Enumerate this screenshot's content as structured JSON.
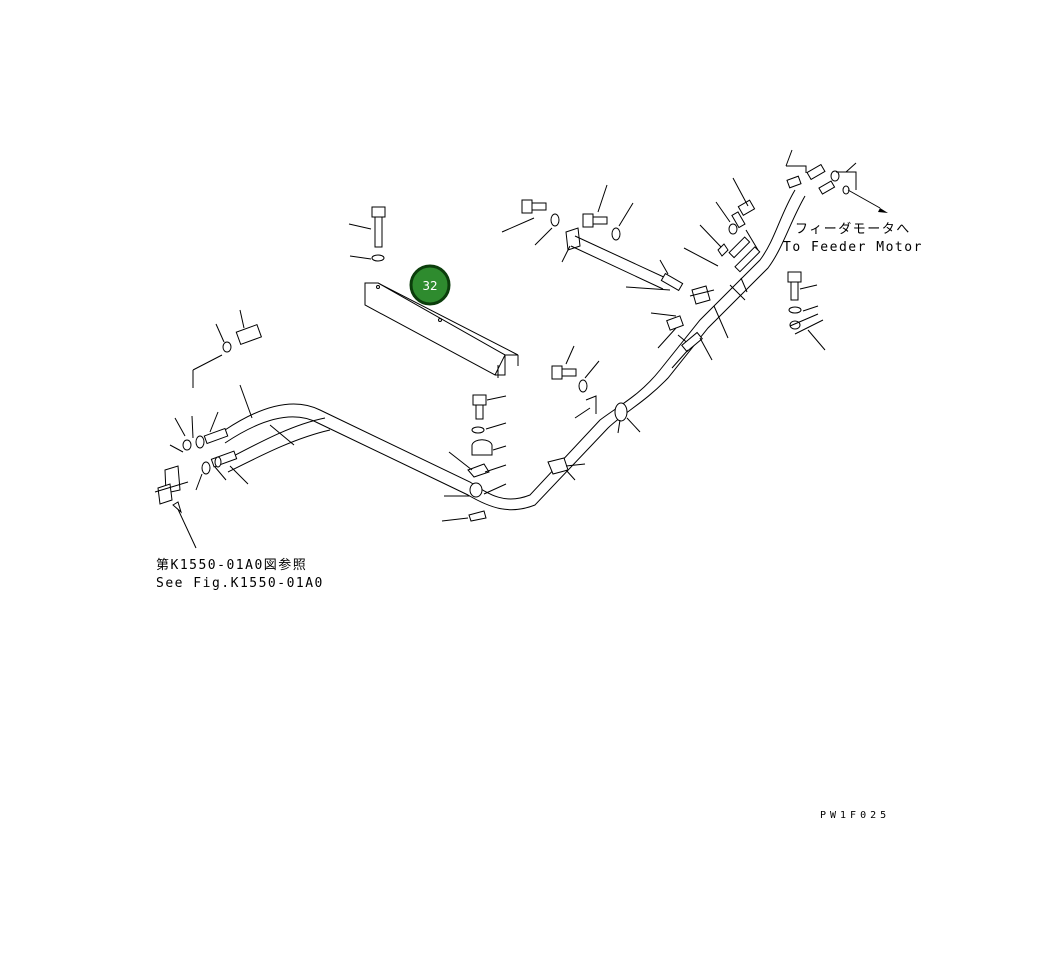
{
  "callout": {
    "number": "32",
    "color": "#2e8b2e"
  },
  "note_left": {
    "line1": "第K1550-01A0図参照",
    "line2": "See Fig.K1550-01A0"
  },
  "note_right": {
    "line1": "フィーダモータへ",
    "line2": "To Feeder Motor"
  },
  "drawing_code": "PW1F025"
}
